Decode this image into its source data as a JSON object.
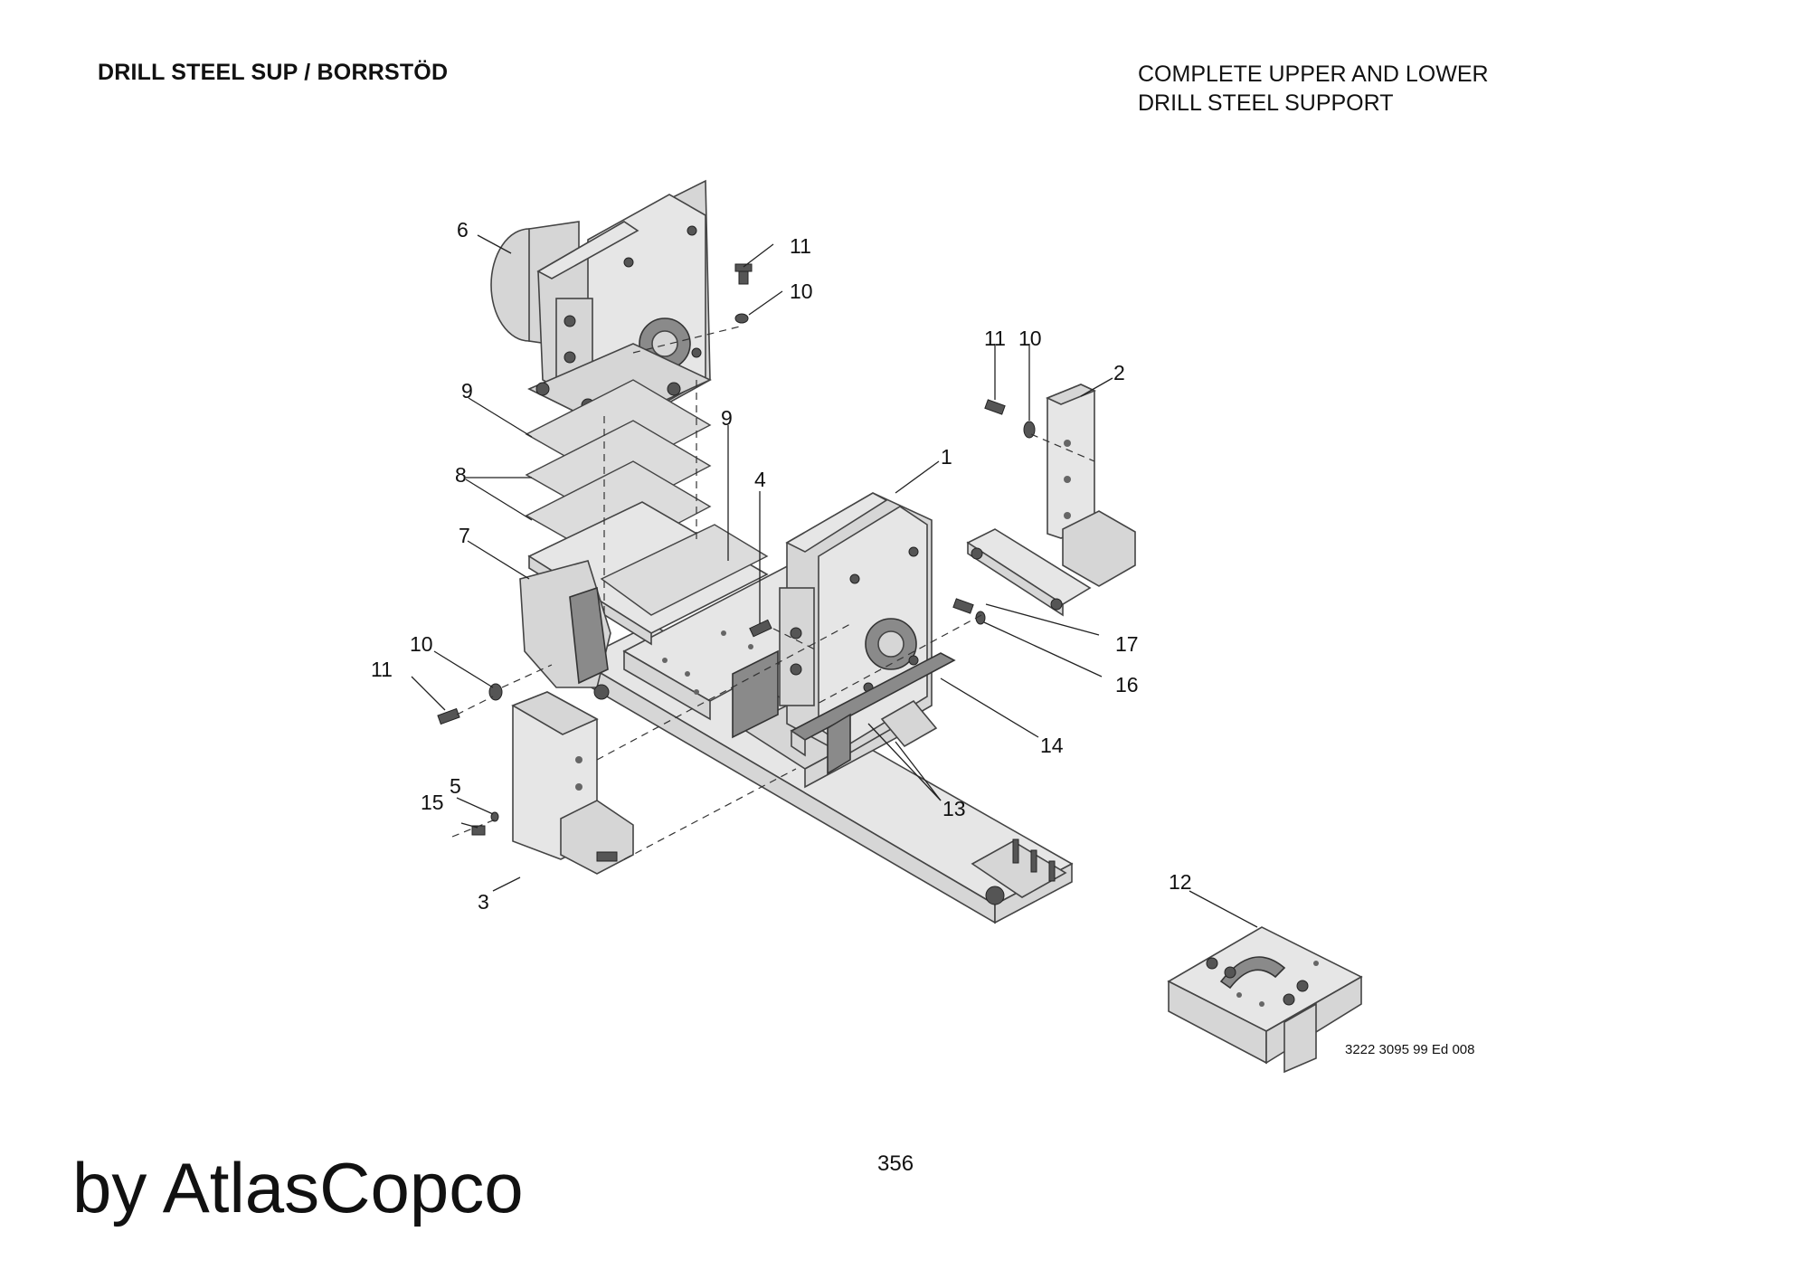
{
  "header": {
    "left_title": "DRILL STEEL SUP / BORRSTÖD",
    "right_title_line1": "COMPLETE UPPER AND LOWER",
    "right_title_line2": "DRILL STEEL SUPPORT"
  },
  "callouts": {
    "c1": "1",
    "c2": "2",
    "c3": "3",
    "c4": "4",
    "c5": "5",
    "c6": "6",
    "c7": "7",
    "c8": "8",
    "c9a": "9",
    "c9b": "9",
    "c10a": "10",
    "c10b": "10",
    "c10c": "10",
    "c11a": "11",
    "c11b": "11",
    "c11c": "11",
    "c12": "12",
    "c13": "13",
    "c14": "14",
    "c15": "15",
    "c16": "16",
    "c17": "17"
  },
  "doc_ref": "3222 3095 99 Ed 008",
  "page_number": "356",
  "brand": "by AtlasCopco"
}
